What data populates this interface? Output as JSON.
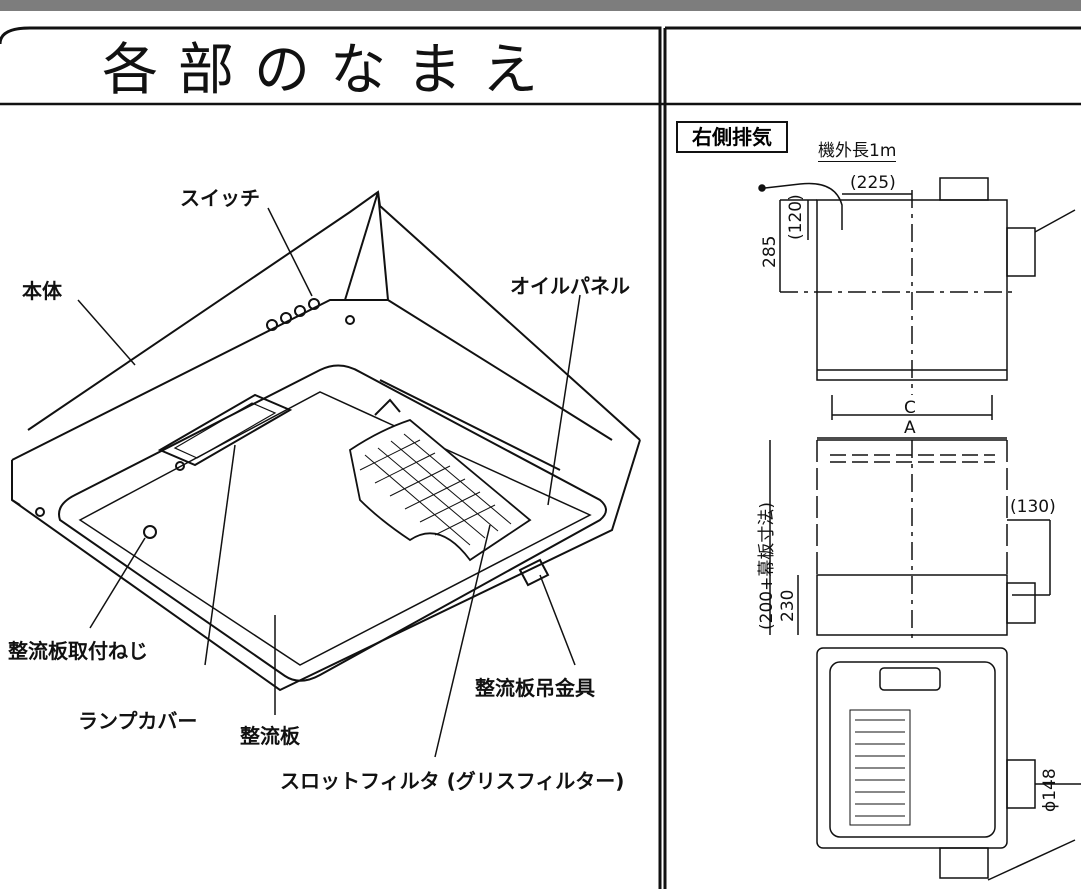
{
  "title": "各部のなまえ",
  "left_labels": {
    "switch": "スイッチ",
    "body": "本体",
    "oil_panel": "オイルパネル",
    "flow_plate_screw": "整流板取付ねじ",
    "lamp_cover": "ランプカバー",
    "flow_plate": "整流板",
    "flow_plate_hanger": "整流板吊金具",
    "slot_filter": "スロットフィルタ (グリスフィルター)"
  },
  "right": {
    "section_tag": "右側排気",
    "cord_label": "機外長1m",
    "dims": {
      "d225": "(225)",
      "d120": "(120)",
      "d285": "285",
      "c": "C",
      "a": "A",
      "d130": "(130)",
      "d200": "(200+幕板寸法)",
      "d230": "230",
      "d148": "ϕ148"
    }
  },
  "colors": {
    "line": "#111111",
    "bar": "#7d7d7d"
  }
}
